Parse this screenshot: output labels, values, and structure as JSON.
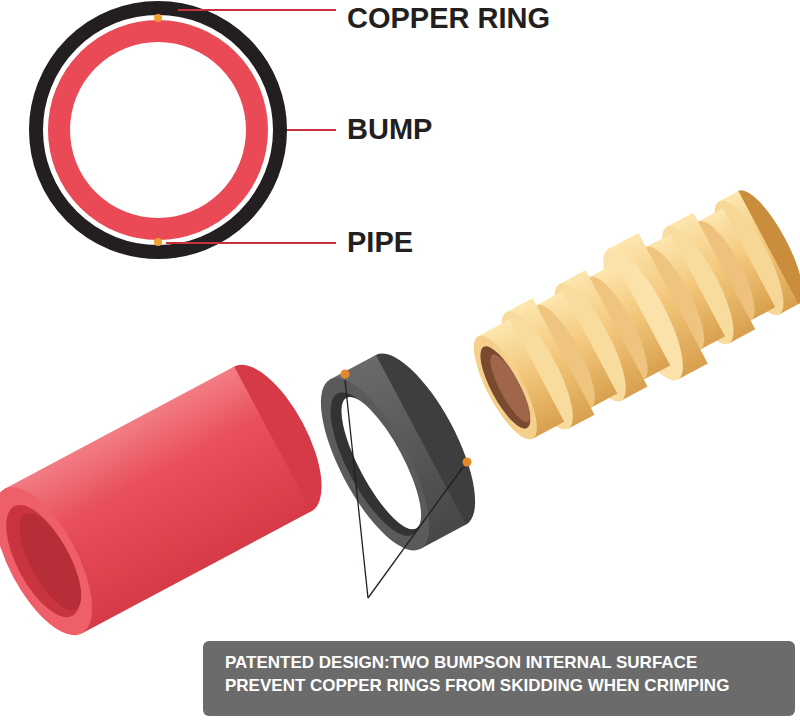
{
  "diagram": {
    "nodes": [
      {
        "text": [
          "PATENTED DESIGN:TWO BUMPSON INTERNAL SURFACE PREVENT COPPER RINGS FROM SKIDDING WHEN CRIMPING"
        ]
      }
    ],
    "edges": [],
    "labels": [
      "COPPER RING",
      "BUMP",
      "PIPE"
    ]
  }
}
